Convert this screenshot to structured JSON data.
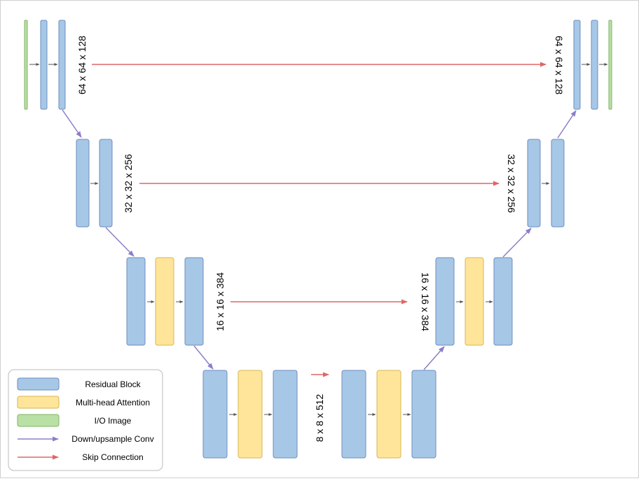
{
  "diagram": {
    "dimension_labels": {
      "enc1": "64 x 64 x 128",
      "enc2": "32 x 32 x 256",
      "enc3": "16 x 16 x 384",
      "bottleneck": "8 x 8 x 512",
      "dec3": "16 x 16 x 384",
      "dec2": "32 x 32 x 256",
      "dec1": "64 x 64 x 128"
    },
    "legend": {
      "residual": "Residual Block",
      "attention": "Multi-head Attention",
      "io": "I/O Image",
      "conv": "Down/upsample Conv",
      "skip": "Skip Connection"
    },
    "colors": {
      "residual_fill": "#a7c7e7",
      "residual_stroke": "#6c8ebf",
      "attention_fill": "#ffe599",
      "attention_stroke": "#d6b656",
      "io_fill": "#b9e0a5",
      "io_stroke": "#82b366",
      "conv_arrow": "#8b7ec8",
      "skip_arrow": "#e06666",
      "small_arrow": "#555555"
    }
  }
}
